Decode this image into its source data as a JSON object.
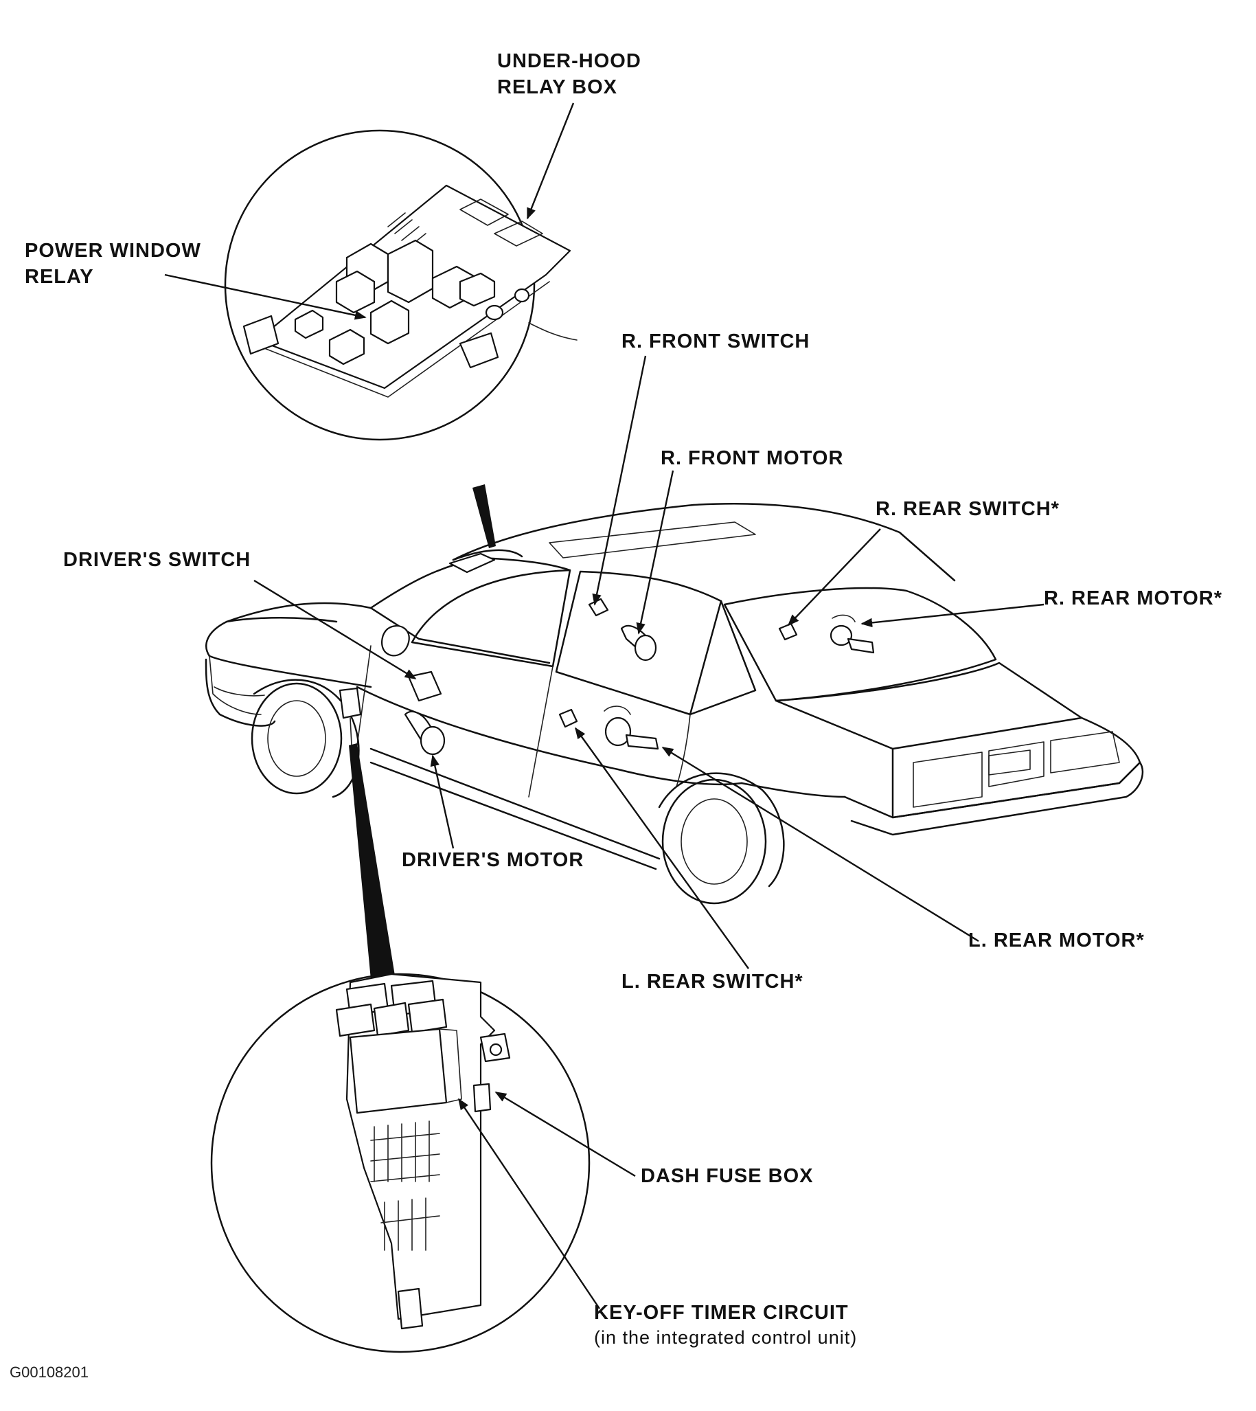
{
  "labels": {
    "under_hood_line1": "UNDER-HOOD",
    "under_hood_line2": "RELAY BOX",
    "power_window_line1": "POWER WINDOW",
    "power_window_line2": "RELAY",
    "r_front_switch": "R. FRONT SWITCH",
    "r_front_motor": "R. FRONT MOTOR",
    "r_rear_switch": "R. REAR SWITCH*",
    "r_rear_motor": "R. REAR MOTOR*",
    "drivers_switch": "DRIVER'S SWITCH",
    "drivers_motor": "DRIVER'S MOTOR",
    "l_rear_switch": "L. REAR SWITCH*",
    "l_rear_motor": "L. REAR MOTOR*",
    "dash_fuse_box": "DASH FUSE BOX",
    "key_off_line1": "KEY-OFF TIMER CIRCUIT",
    "key_off_line2": "(in the integrated control unit)"
  },
  "figure_code": "G00108201",
  "colors": {
    "ink": "#111111",
    "paper": "#ffffff"
  }
}
